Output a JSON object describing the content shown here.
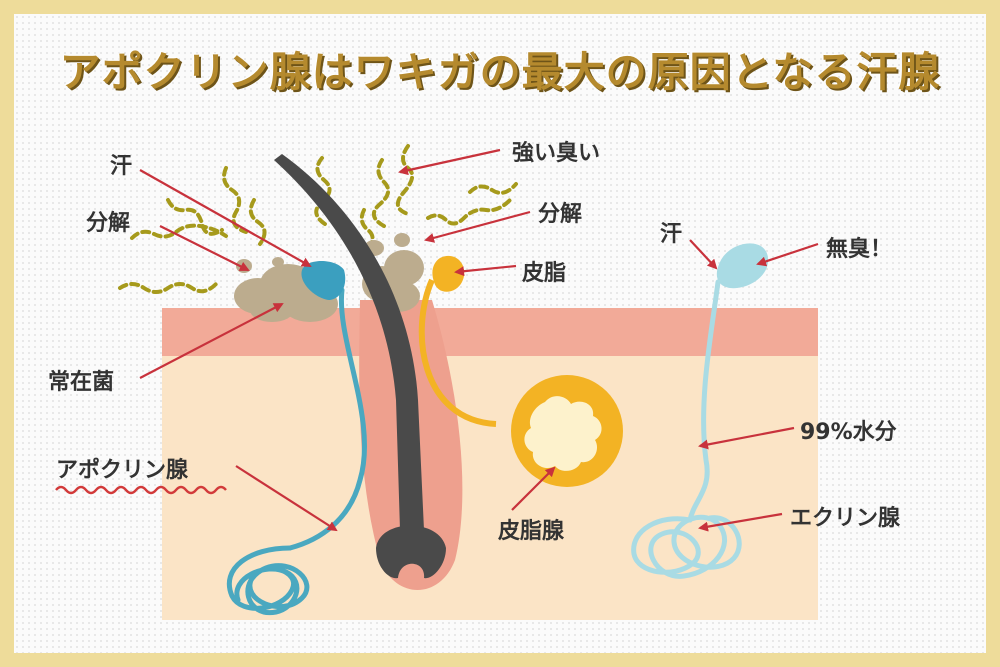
{
  "title": "アポクリン腺はワキガの最大の原因となる汗腺",
  "labels": {
    "sweat_left": "汗",
    "strong_odor": "強い臭い",
    "decompose_left": "分解",
    "decompose_right": "分解",
    "sebum": "皮脂",
    "sweat_right": "汗",
    "odorless": "無臭！",
    "bacteria": "常在菌",
    "apocrine": "アポクリン腺",
    "sebaceous": "皮脂腺",
    "water": "99%水分",
    "eccrine": "エクリン腺"
  },
  "colors": {
    "frame": "#eedc9a",
    "title": "#b58a2e",
    "epidermis": "#f2aa98",
    "dermis": "#fbe4c6",
    "hair": "#4a4a4a",
    "apocrine_gland": "#4aa8c0",
    "eccrine_gland": "#a9dbe4",
    "sebaceous_gland": "#f3b324",
    "bacteria": "#bcac8e",
    "odor_wave": "#a69a1c",
    "arrow": "#c8323c"
  }
}
